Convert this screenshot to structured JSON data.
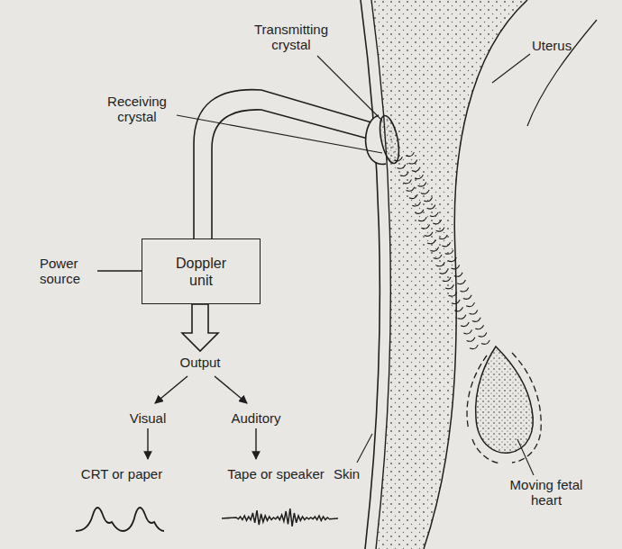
{
  "diagram": {
    "nodes": [
      {
        "text": [
          "Doppler unit"
        ]
      }
    ],
    "labels": [
      "Transmitting crystal",
      "Receiving crystal",
      "Uterus",
      "Power source",
      "Skin",
      "Moving fetal heart",
      "Output",
      "Visual",
      "Auditory",
      "CRT or paper",
      "Tape or speaker"
    ]
  }
}
